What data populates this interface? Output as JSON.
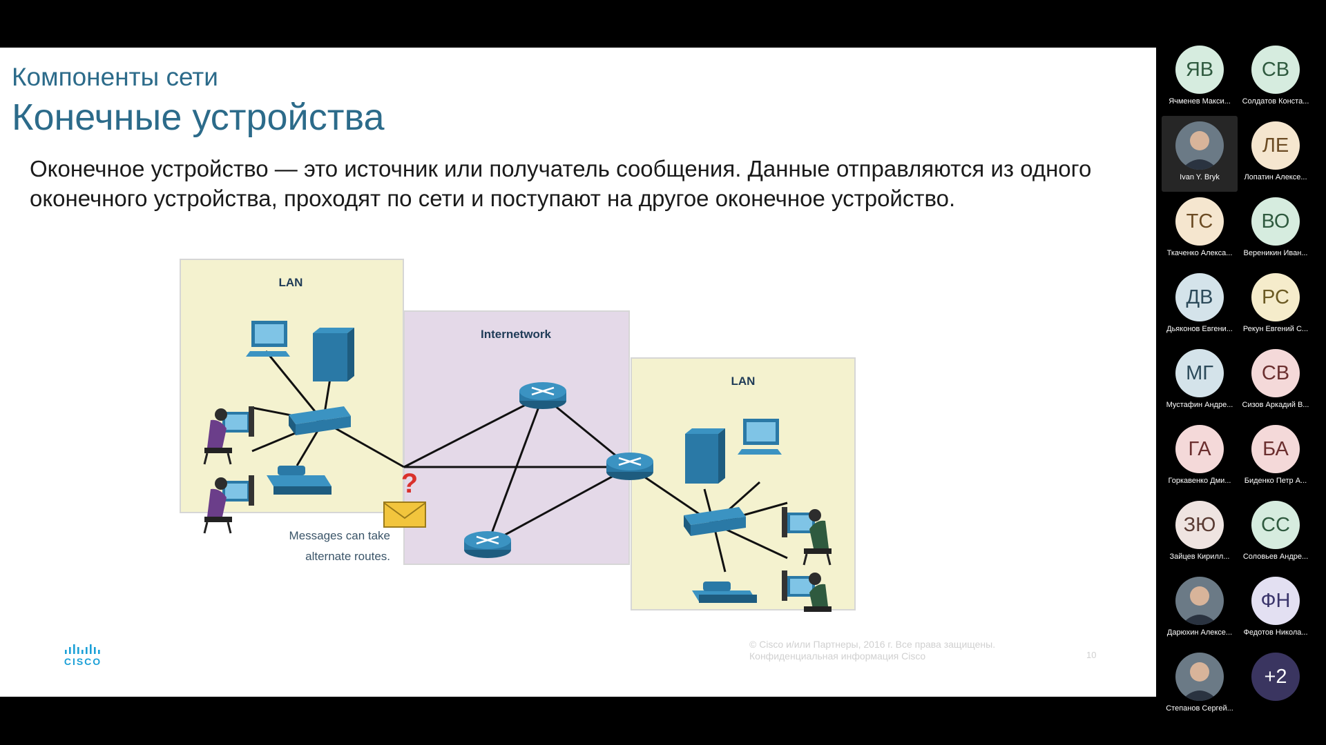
{
  "slide": {
    "subtitle": "Компоненты сети",
    "title": "Конечные устройства",
    "body": "Оконечное устройство — это источник или получатель сообщения. Данные отправляются из одного оконечного устройства, проходят по сети и поступают на другое оконечное устройство.",
    "diagram": {
      "lan_left_label": "LAN",
      "internetwork_label": "Internetwork",
      "lan_right_label": "LAN",
      "caption_line1": "Messages can take",
      "caption_line2": "alternate routes.",
      "question_mark": "?"
    },
    "logo_text": "CISCO",
    "footer_line1": "© Cisco и/или Партнеры, 2016 г. Все права защищены.",
    "footer_line2": "Конфиденциальная информация Cisco",
    "page_number": "10"
  },
  "participants": [
    {
      "initials": "ЯВ",
      "name": "Ячменев Макси...",
      "bg": "#d6ecdf",
      "fg": "#2f5a3f"
    },
    {
      "initials": "СВ",
      "name": "Солдатов Конста...",
      "bg": "#d6ecdf",
      "fg": "#2f5a3f"
    },
    {
      "initials": "",
      "name": "Ivan Y. Bryk",
      "photo": true
    },
    {
      "initials": "ЛЕ",
      "name": "Лопатин Алексе...",
      "bg": "#f5e6cf",
      "fg": "#6b4b23"
    },
    {
      "initials": "ТС",
      "name": "Ткаченко Алекса...",
      "bg": "#f5e6cf",
      "fg": "#6b4b23"
    },
    {
      "initials": "ВО",
      "name": "Вереникин Иван...",
      "bg": "#d6ecdf",
      "fg": "#2f5a3f"
    },
    {
      "initials": "ДВ",
      "name": "Дьяконов Евгени...",
      "bg": "#d4e3ea",
      "fg": "#2c4a5a"
    },
    {
      "initials": "РС",
      "name": "Рекун Евгений С...",
      "bg": "#f5eccb",
      "fg": "#6b5a23"
    },
    {
      "initials": "МГ",
      "name": "Мустафин Андре...",
      "bg": "#d4e3ea",
      "fg": "#2c4a5a"
    },
    {
      "initials": "СВ",
      "name": "Сизов Аркадий В...",
      "bg": "#f4d9d9",
      "fg": "#6b2f2f"
    },
    {
      "initials": "ГА",
      "name": "Горкавенко Дми...",
      "bg": "#f4d9d9",
      "fg": "#6b2f2f"
    },
    {
      "initials": "БА",
      "name": "Биденко Петр А...",
      "bg": "#f4d9d9",
      "fg": "#6b2f2f"
    },
    {
      "initials": "ЗЮ",
      "name": "Зайцев Кирилл...",
      "bg": "#efe4e1",
      "fg": "#5a3b33"
    },
    {
      "initials": "СС",
      "name": "Соловьев Андре...",
      "bg": "#d6ecdf",
      "fg": "#2f5a3f"
    },
    {
      "initials": "",
      "name": "Дарюхин Алексе...",
      "photo": true
    },
    {
      "initials": "ФН",
      "name": "Федотов Никола...",
      "bg": "#e3e0f2",
      "fg": "#3a356b"
    },
    {
      "initials": "",
      "name": "Степанов Сергей...",
      "photo": true
    },
    {
      "initials": "+2",
      "name": "",
      "bg": "#3a3560",
      "fg": "#ffffff"
    }
  ]
}
